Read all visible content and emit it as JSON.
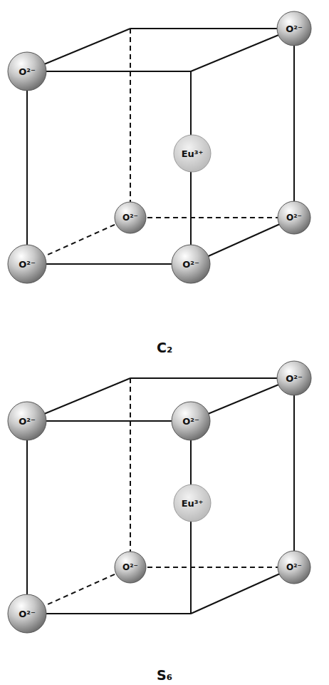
{
  "diagram": {
    "nodes": [
      {
        "text": [
          "O²⁻"
        ]
      },
      {
        "text": [
          "O²⁻"
        ]
      },
      {
        "text": [
          "Eu³⁺"
        ]
      },
      {
        "text": [
          "O²⁻"
        ]
      },
      {
        "text": [
          "O²⁻"
        ]
      },
      {
        "text": [
          "O²⁻"
        ]
      },
      {
        "text": [
          "O²⁻"
        ]
      },
      {
        "text": [
          "O²⁻"
        ]
      },
      {
        "text": [
          "O²⁻"
        ]
      },
      {
        "text": [
          "O²⁻"
        ]
      },
      {
        "text": [
          "Eu³⁺"
        ]
      },
      {
        "text": [
          "O²⁻"
        ]
      },
      {
        "text": [
          "O²⁻"
        ]
      },
      {
        "text": [
          "O²⁻"
        ]
      }
    ],
    "labels": [
      "C₂",
      "S₆"
    ]
  }
}
